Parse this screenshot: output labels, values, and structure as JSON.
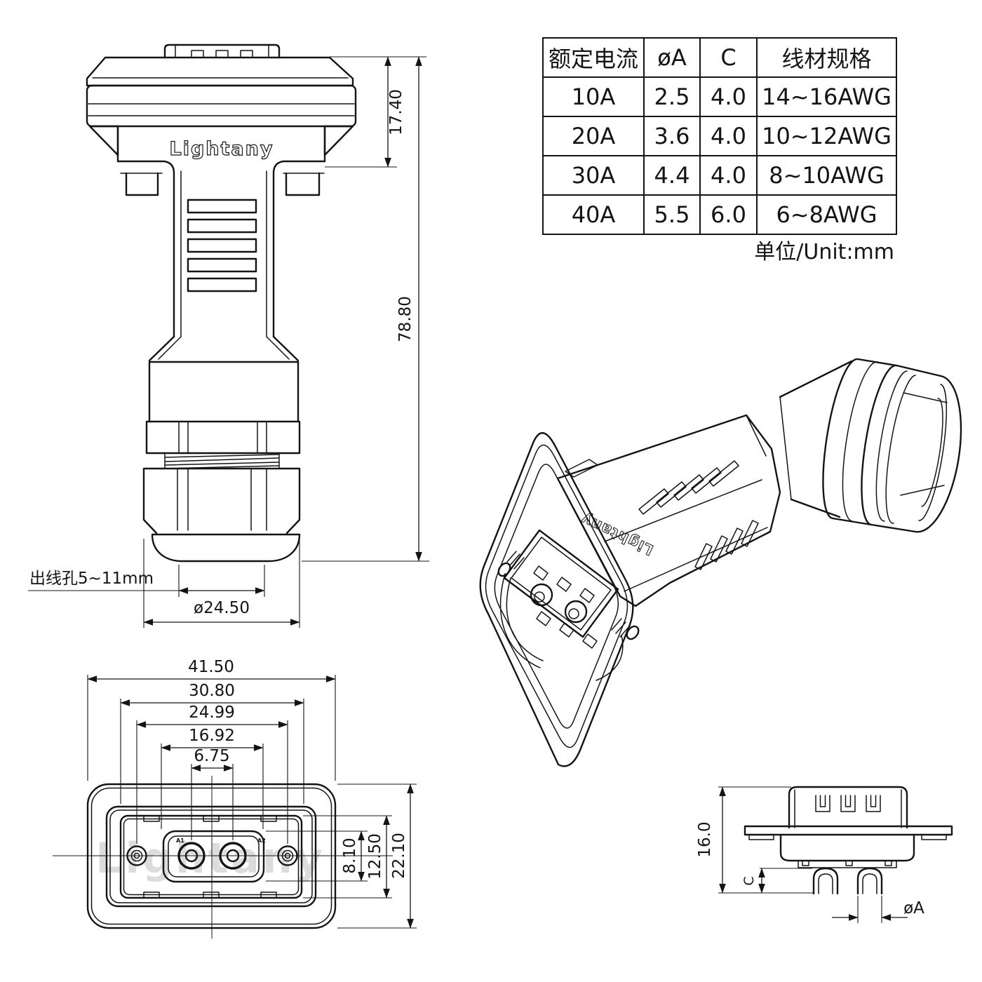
{
  "brand": {
    "name": "Lightany"
  },
  "spec_table": {
    "headers": [
      "额定电流",
      "øA",
      "C",
      "线材规格"
    ],
    "rows": [
      [
        "10A",
        "2.5",
        "4.0",
        "14~16AWG"
      ],
      [
        "20A",
        "3.6",
        "4.0",
        "10~12AWG"
      ],
      [
        "30A",
        "4.4",
        "4.0",
        "8~10AWG"
      ],
      [
        "40A",
        "5.5",
        "6.0",
        "6~8AWG"
      ]
    ],
    "unit_note": "单位/Unit:mm"
  },
  "front_view": {
    "dims": {
      "head_height": "17.40",
      "overall_length": "78.80",
      "cable_hole": "出线孔5~11mm",
      "gland_diameter": "ø24.50"
    }
  },
  "face_view": {
    "watermark": "Lightany",
    "pin_labels": [
      "A1",
      "A2"
    ],
    "dims": {
      "overall_width": "41.50",
      "flange_width": "30.80",
      "screw_spacing": "24.99",
      "pocket_width": "16.92",
      "pin_pitch": "6.75",
      "pocket_height": "8.10",
      "insert_height": "12.50",
      "overall_height": "22.10"
    }
  },
  "side_view": {
    "dims": {
      "shell_height": "16.0",
      "pin_length_label": "C",
      "pin_diameter_label": "øA"
    }
  },
  "colors": {
    "line": "#141414",
    "background": "#ffffff",
    "watermark": "#dcdcdc"
  }
}
